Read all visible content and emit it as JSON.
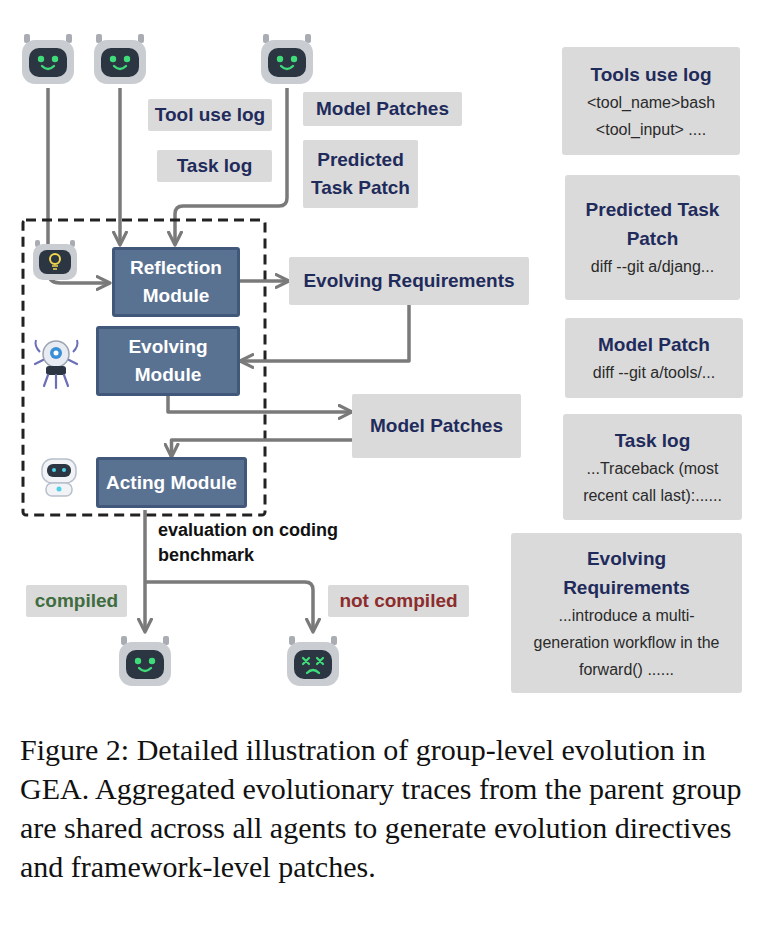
{
  "diagram": {
    "caption": "Figure 2: Detailed illustration of group-level evolution in GEA. Aggregated evolutionary traces from the parent group are shared across all agents to generate evolution directives and framework-level patches.",
    "nodes": [
      {
        "text": [
          "Tool use log"
        ]
      },
      {
        "text": [
          "Model Patches"
        ]
      },
      {
        "text": [
          "Task log"
        ]
      },
      {
        "text": [
          "Predicted Task Patch"
        ]
      },
      {
        "text": [
          "Reflection Module"
        ]
      },
      {
        "text": [
          "Evolving Requirements"
        ]
      },
      {
        "text": [
          "Evolving Module"
        ]
      },
      {
        "text": [
          "Model Patches"
        ]
      },
      {
        "text": [
          "Acting Module"
        ]
      },
      {
        "text": [
          "compiled"
        ]
      },
      {
        "text": [
          "not compiled"
        ]
      },
      {
        "text": [
          "Tools use log",
          "<tool_name>bash <tool_input> ...."
        ]
      },
      {
        "text": [
          "Predicted Task Patch",
          "diff --git a/djang..."
        ]
      },
      {
        "text": [
          "Model Patch",
          "diff --git a/tools/..."
        ]
      },
      {
        "text": [
          "Task log",
          "...Traceback (most recent call last):......"
        ]
      },
      {
        "text": [
          "Evolving Requirements",
          "...introduce a multi-generation workflow in the forward() ......"
        ]
      }
    ],
    "edges": [
      {
        "from": 4,
        "to": 5,
        "arrow": "to"
      },
      {
        "from": 5,
        "to": 6,
        "arrow": "to"
      },
      {
        "from": 6,
        "to": 7,
        "arrow": "to"
      },
      {
        "from": 7,
        "to": 8,
        "arrow": "to"
      }
    ],
    "labels": [
      "evaluation on coding benchmark"
    ]
  }
}
